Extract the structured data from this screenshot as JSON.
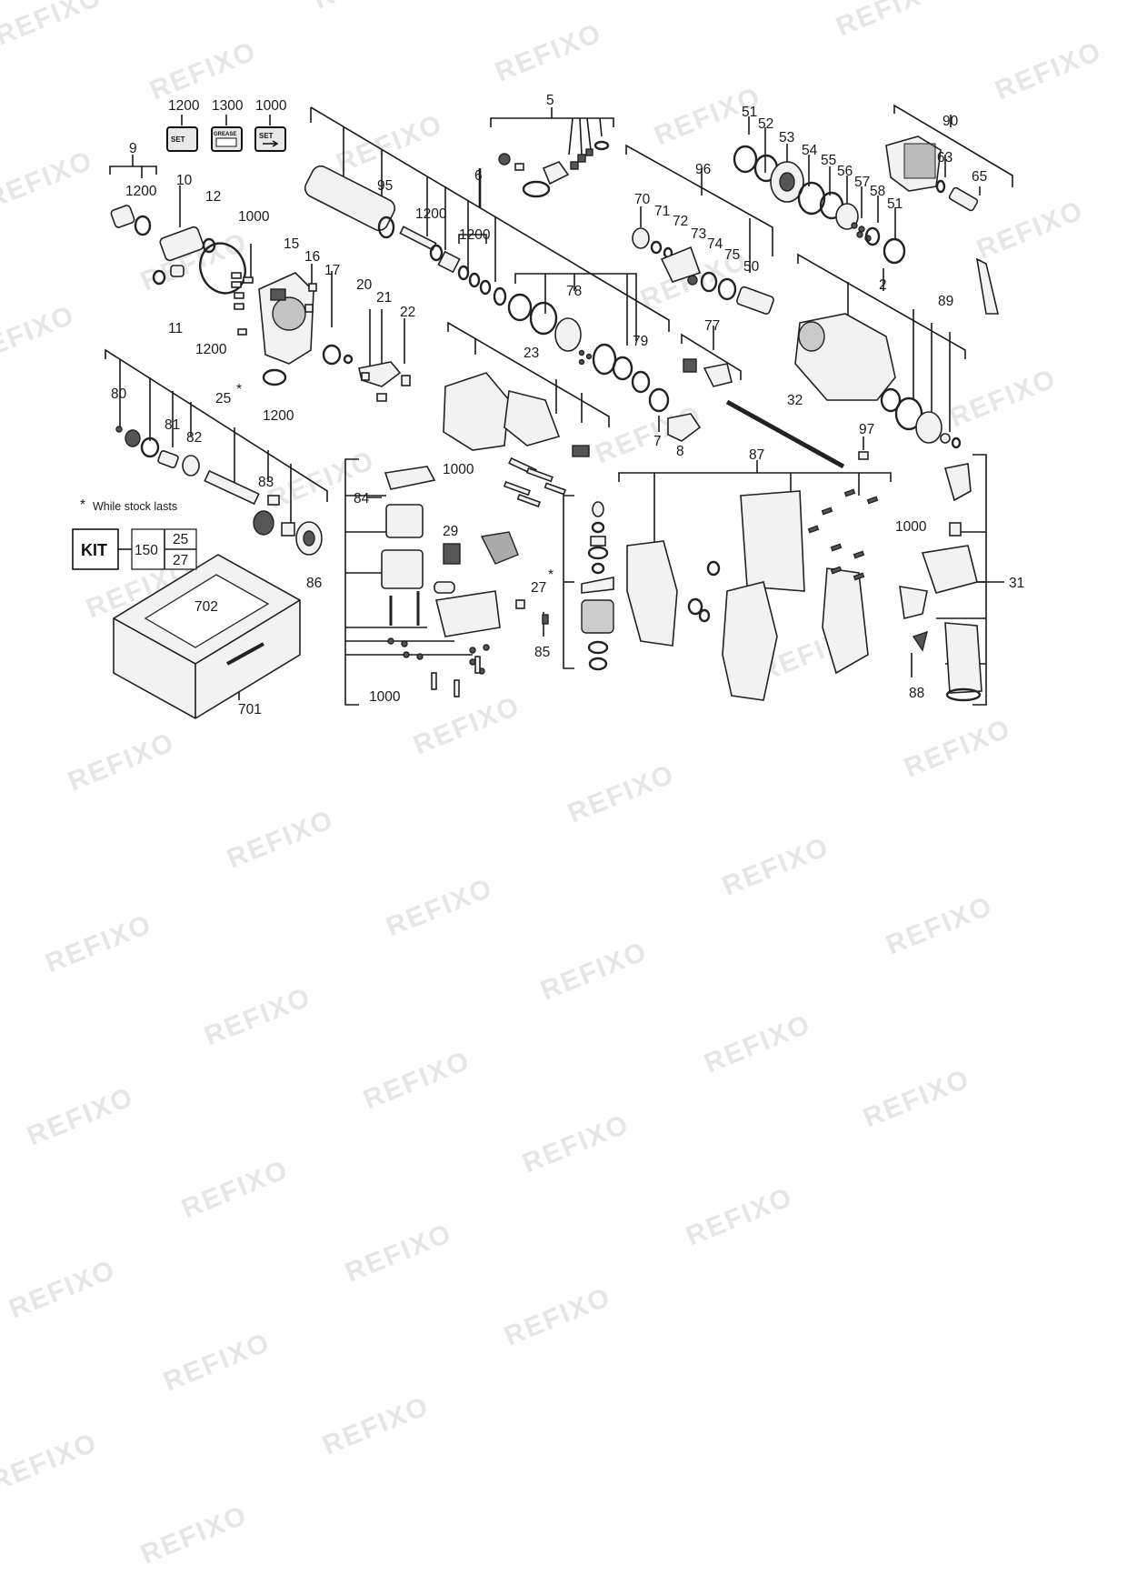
{
  "watermark": "REFIXO",
  "kit": {
    "label": "KIT",
    "number": "150",
    "items": [
      "25",
      "27"
    ]
  },
  "footnote": {
    "star": "*",
    "text": "While stock lasts"
  },
  "service_tags": [
    {
      "number": "1200",
      "text": "SET"
    },
    {
      "number": "1300",
      "text": "GREASE"
    },
    {
      "number": "1000",
      "text": "SET"
    }
  ],
  "part_labels": {
    "p5": "5",
    "p9": "9",
    "p10": "10",
    "p12": "12",
    "p1200a": "1200",
    "p1000a": "1000",
    "p15": "15",
    "p16": "16",
    "p17": "17",
    "p11": "11",
    "p1200b": "1200",
    "p95": "95",
    "p6": "6",
    "p1200c": "1200",
    "p1200d": "1200",
    "p78": "78",
    "p79": "79",
    "p20": "20",
    "p21": "21",
    "p22": "22",
    "p96": "96",
    "p70": "70",
    "p71": "71",
    "p72": "72",
    "p73": "73",
    "p74": "74",
    "p75": "75",
    "p50": "50",
    "p77": "77",
    "p51a": "51",
    "p52": "52",
    "p53": "53",
    "p54": "54",
    "p55": "55",
    "p56": "56",
    "p57": "57",
    "p58": "58",
    "p51b": "51",
    "p90": "90",
    "p63": "63",
    "p65": "65",
    "p2": "2",
    "p89": "89",
    "p32": "32",
    "p97": "97",
    "p80": "80",
    "p81": "81",
    "p82": "82",
    "p25": "25",
    "p25star": "*",
    "p1200e": "1200",
    "p83": "83",
    "p23": "23",
    "p7": "7",
    "p8": "8",
    "p84": "84",
    "p1000b": "1000",
    "p29": "29",
    "p86": "86",
    "p1000c": "1000",
    "p27": "27",
    "p27star": "*",
    "p85": "85",
    "p87": "87",
    "p1000d": "1000",
    "p31": "31",
    "p88": "88",
    "p702": "702",
    "p701": "701"
  }
}
